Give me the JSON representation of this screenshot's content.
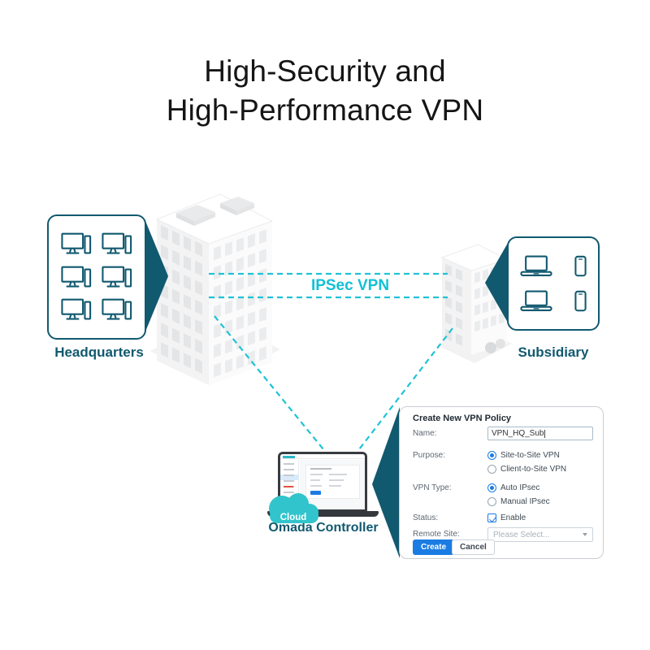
{
  "title": {
    "line1": "High-Security and",
    "line2": "High-Performance VPN"
  },
  "colors": {
    "teal_dark": "#11596f",
    "cyan_link": "#1fc2d5",
    "blue_accent": "#1a7ce2",
    "cloud_teal": "#31c4cc"
  },
  "headquarters": {
    "label": "Headquarters"
  },
  "subsidiary": {
    "label": "Subsidiary"
  },
  "vpn_link": {
    "label": "IPSec VPN"
  },
  "controller": {
    "cloud_badge": "Cloud",
    "label": "Omada Controller"
  },
  "dialog": {
    "title": "Create New VPN Policy",
    "name": {
      "label": "Name:",
      "value": "VPN_HQ_Sub"
    },
    "purpose": {
      "label": "Purpose:",
      "options": [
        {
          "label": "Site-to-Site VPN",
          "selected": true
        },
        {
          "label": "Client-to-Site VPN",
          "selected": false
        }
      ]
    },
    "vpn_type": {
      "label": "VPN Type:",
      "options": [
        {
          "label": "Auto IPsec",
          "selected": true
        },
        {
          "label": "Manual IPsec",
          "selected": false
        }
      ]
    },
    "status": {
      "label": "Status:",
      "option": "Enable",
      "checked": true
    },
    "remote_site": {
      "label": "Remote Site:",
      "value": "Please Select..."
    },
    "buttons": {
      "create": "Create",
      "cancel": "Cancel"
    }
  }
}
